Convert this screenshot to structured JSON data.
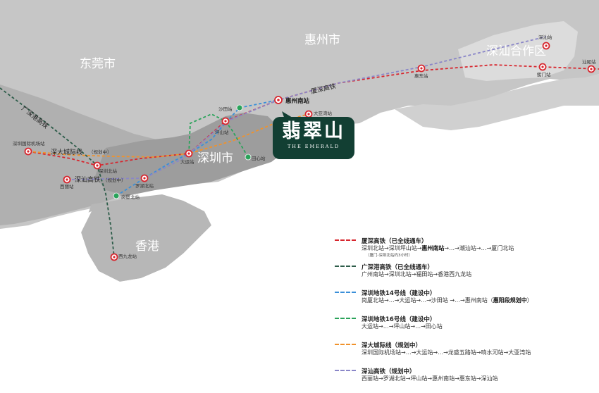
{
  "regions": {
    "huizhou": "惠州市",
    "dongguan": "东莞市",
    "shenshan": "深汕合作区",
    "shenzhen": "深圳市",
    "hongkong": "香港"
  },
  "line_labels": {
    "guangshengang": "广深港高铁",
    "xiashen": "厦深高铁",
    "shendacheng": "深大城际线",
    "shendacheng_status": "（规划中）",
    "shenshan": "深汕高铁",
    "shenshan_status": "（规划中）"
  },
  "stations": {
    "shantou": "深汕站",
    "shanwei": "汕尾站",
    "huidong": "惠东站",
    "haimen": "鲘门站",
    "huizhou_south": "惠州南站",
    "dayawan": "大亚湾站",
    "shatian": "沙田站",
    "pingshan": "坪山站",
    "dayun": "大运站",
    "tianxin": "田心站",
    "shenzhen_north": "深圳北站",
    "xili": "西丽站",
    "luohu_north": "罗湖北站",
    "gangxia_north": "岗厦北站",
    "west_kowloon": "西九龙站",
    "airport": "深圳国际机场站"
  },
  "brand": {
    "name_cn": "翡翠山",
    "name_en": "THE EMERALD"
  },
  "legend": [
    {
      "color": "#d7262e",
      "title": "厦深高铁（已全线通车）",
      "route": "深圳北站→深圳坪山站→",
      "route_bold": "惠州南站",
      "route_tail": "→…→潮汕站→…→厦门北站",
      "note": "（厦门-深圳北站约3小时）"
    },
    {
      "color": "#2e5d4a",
      "title": "广深港高铁（已全线通车）",
      "route": "广州南站→深圳北站→福田站→香港西九龙站",
      "route_bold": "",
      "route_tail": "",
      "note": ""
    },
    {
      "color": "#3a8fd9",
      "title": "深圳地铁14号线（建设中）",
      "route": "岗厦北站→…→大运站→…→沙田站 →…→惠州南站（",
      "route_bold": "惠阳段规划中",
      "route_tail": "）",
      "note": ""
    },
    {
      "color": "#2aa35a",
      "title": "深圳地铁16号线（建设中）",
      "route": "大运站→…→坪山站→…→田心站",
      "route_bold": "",
      "route_tail": "",
      "note": ""
    },
    {
      "color": "#f0922b",
      "title": "深大城际线（规划中）",
      "route": "深圳国际机场站→…→大运站→…→龙盛五路站→响水河站→大亚湾站",
      "route_bold": "",
      "route_tail": "",
      "note": ""
    },
    {
      "color": "#8a86c8",
      "title": "深汕高铁（规划中）",
      "route": "西丽站→罗湖北站→坪山站→惠州南站→惠东站→深汕站",
      "route_bold": "",
      "route_tail": "",
      "note": ""
    }
  ],
  "colors": {
    "land": "#c7c7c7",
    "land_dark": "#a9a9a9",
    "sea": "#ffffff",
    "brand": "#123f33"
  }
}
